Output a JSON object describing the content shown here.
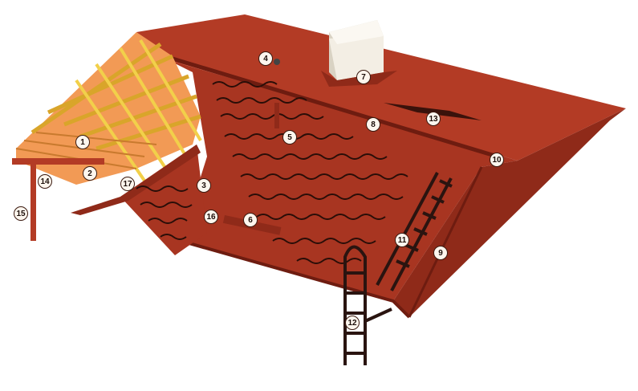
{
  "colors": {
    "roof": "#b33b25",
    "roof_dark": "#8f2a19",
    "roof_edge": "#6e1c10",
    "wave": "#2a0e08",
    "rafter": "#f2d04a",
    "batten": "#e9b23a",
    "membrane": "#f29a55",
    "chimney": "#f3eee4",
    "ladder": "#2a1410",
    "gutter": "#b33b25"
  },
  "callouts": [
    "1",
    "2",
    "3",
    "4",
    "5",
    "6",
    "7",
    "8",
    "9",
    "10",
    "11",
    "12",
    "13",
    "14",
    "15",
    "16",
    "17"
  ]
}
